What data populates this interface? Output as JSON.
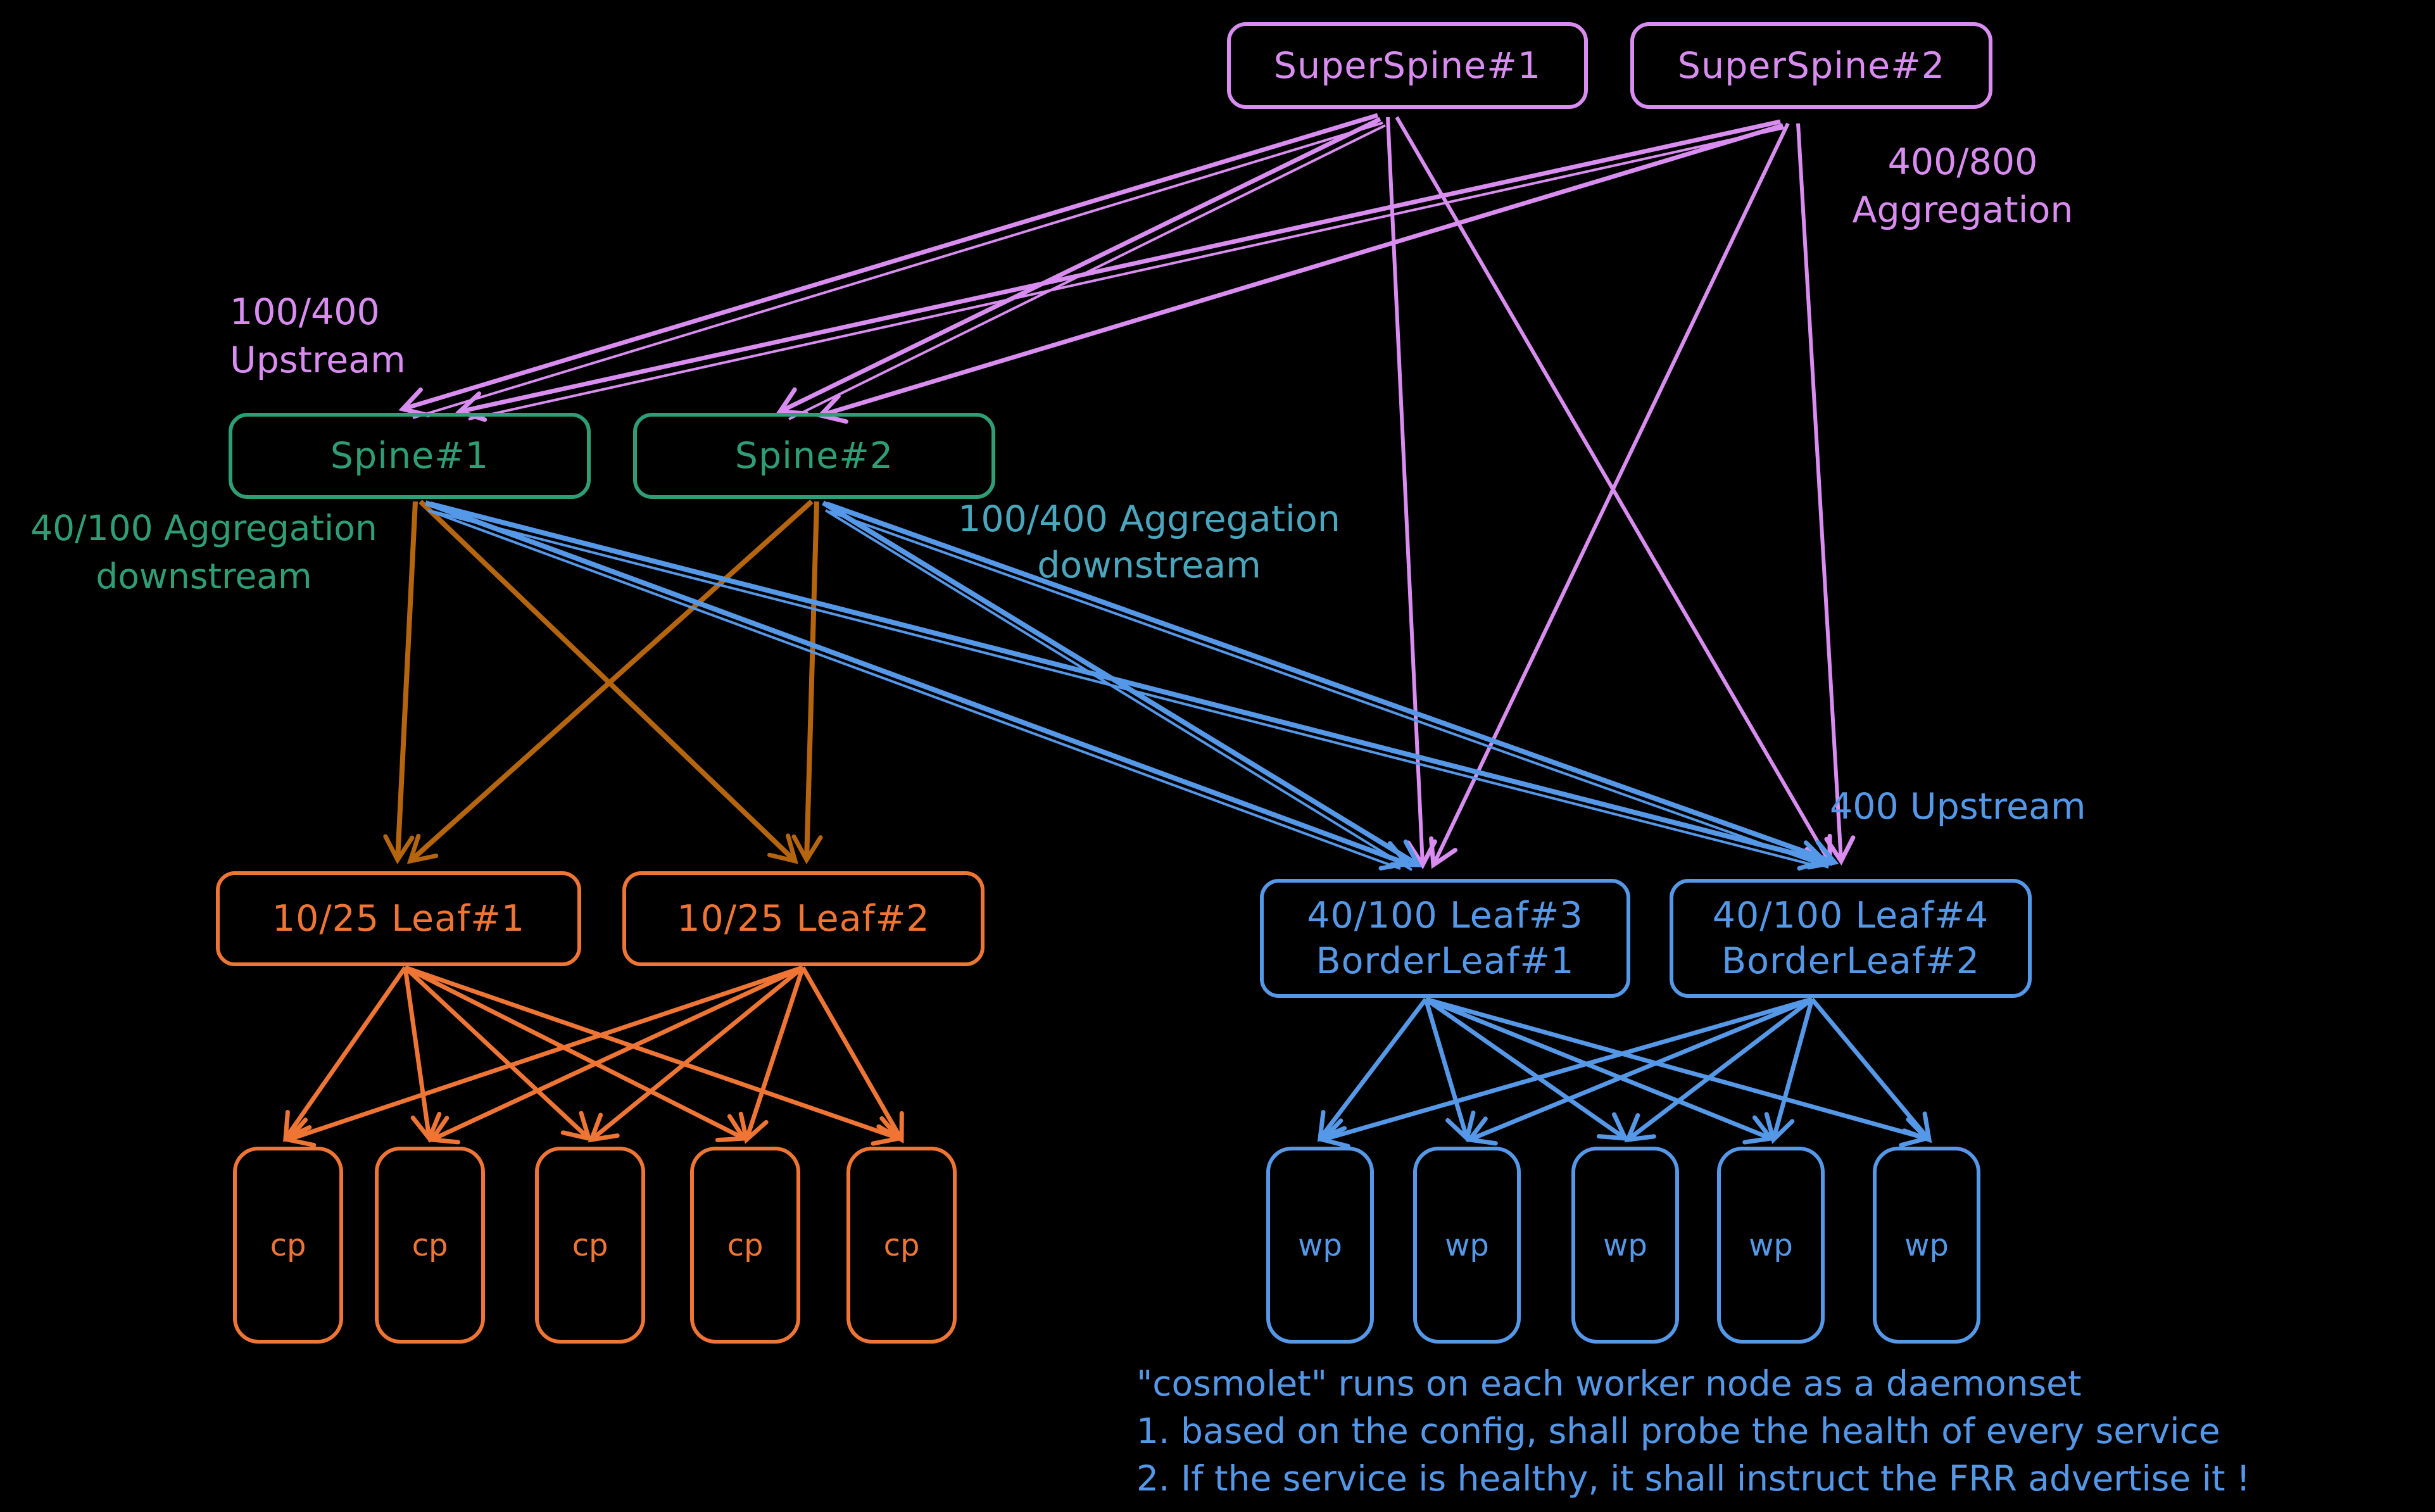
{
  "colors": {
    "background": "#000000",
    "pink": "#d98df0",
    "green": "#2f9e77",
    "cyan": "#4aa6bd",
    "blue": "#5598e8",
    "orange": "#ef7535",
    "orange_dark": "#b5650e"
  },
  "nodes": {
    "superspine1": {
      "label": "SuperSpine#1"
    },
    "superspine2": {
      "label": "SuperSpine#2"
    },
    "spine1": {
      "label": "Spine#1"
    },
    "spine2": {
      "label": "Spine#2"
    },
    "leaf1": {
      "label": "10/25 Leaf#1"
    },
    "leaf2": {
      "label": "10/25 Leaf#2"
    },
    "borderleaf1": {
      "line1": "40/100 Leaf#3",
      "line2": "BorderLeaf#1"
    },
    "borderleaf2": {
      "line1": "40/100 Leaf#4",
      "line2": "BorderLeaf#2"
    },
    "cp_label": "cp",
    "wp_label": "wp",
    "cp_count": 5,
    "wp_count": 5
  },
  "annotations": {
    "upstream_100_400": {
      "line1": "100/400",
      "line2": "Upstream"
    },
    "aggregation_400_800": {
      "line1": "400/800",
      "line2": "Aggregation"
    },
    "aggregation_40_100": {
      "line1": "40/100 Aggregation",
      "line2": "downstream"
    },
    "aggregation_100_400": {
      "line1": "100/400 Aggregation",
      "line2": "downstream"
    },
    "upstream_400": "400 Upstream"
  },
  "notes": {
    "line1": "\"cosmolet\" runs on each worker node as a daemonset",
    "line2": "1. based on the config, shall probe the health of every service",
    "line3": "2. If the service is healthy, it shall instruct the FRR advertise it !"
  }
}
